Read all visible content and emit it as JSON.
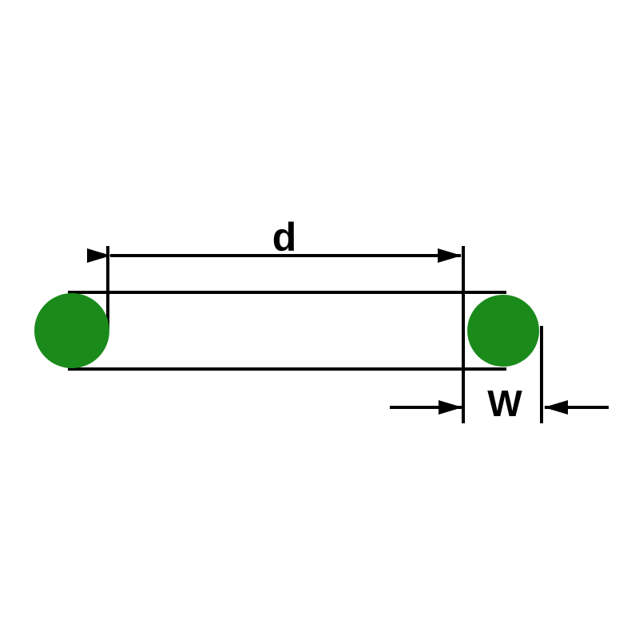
{
  "diagram": {
    "type": "technical-dimension-drawing",
    "subject": "o-ring cross-section with dimension callouts",
    "labels": {
      "inner_diameter": "d",
      "cross_section_width": "W"
    },
    "colors": {
      "ring": "#1a8a1a",
      "line": "#000000",
      "background": "#ffffff"
    }
  }
}
